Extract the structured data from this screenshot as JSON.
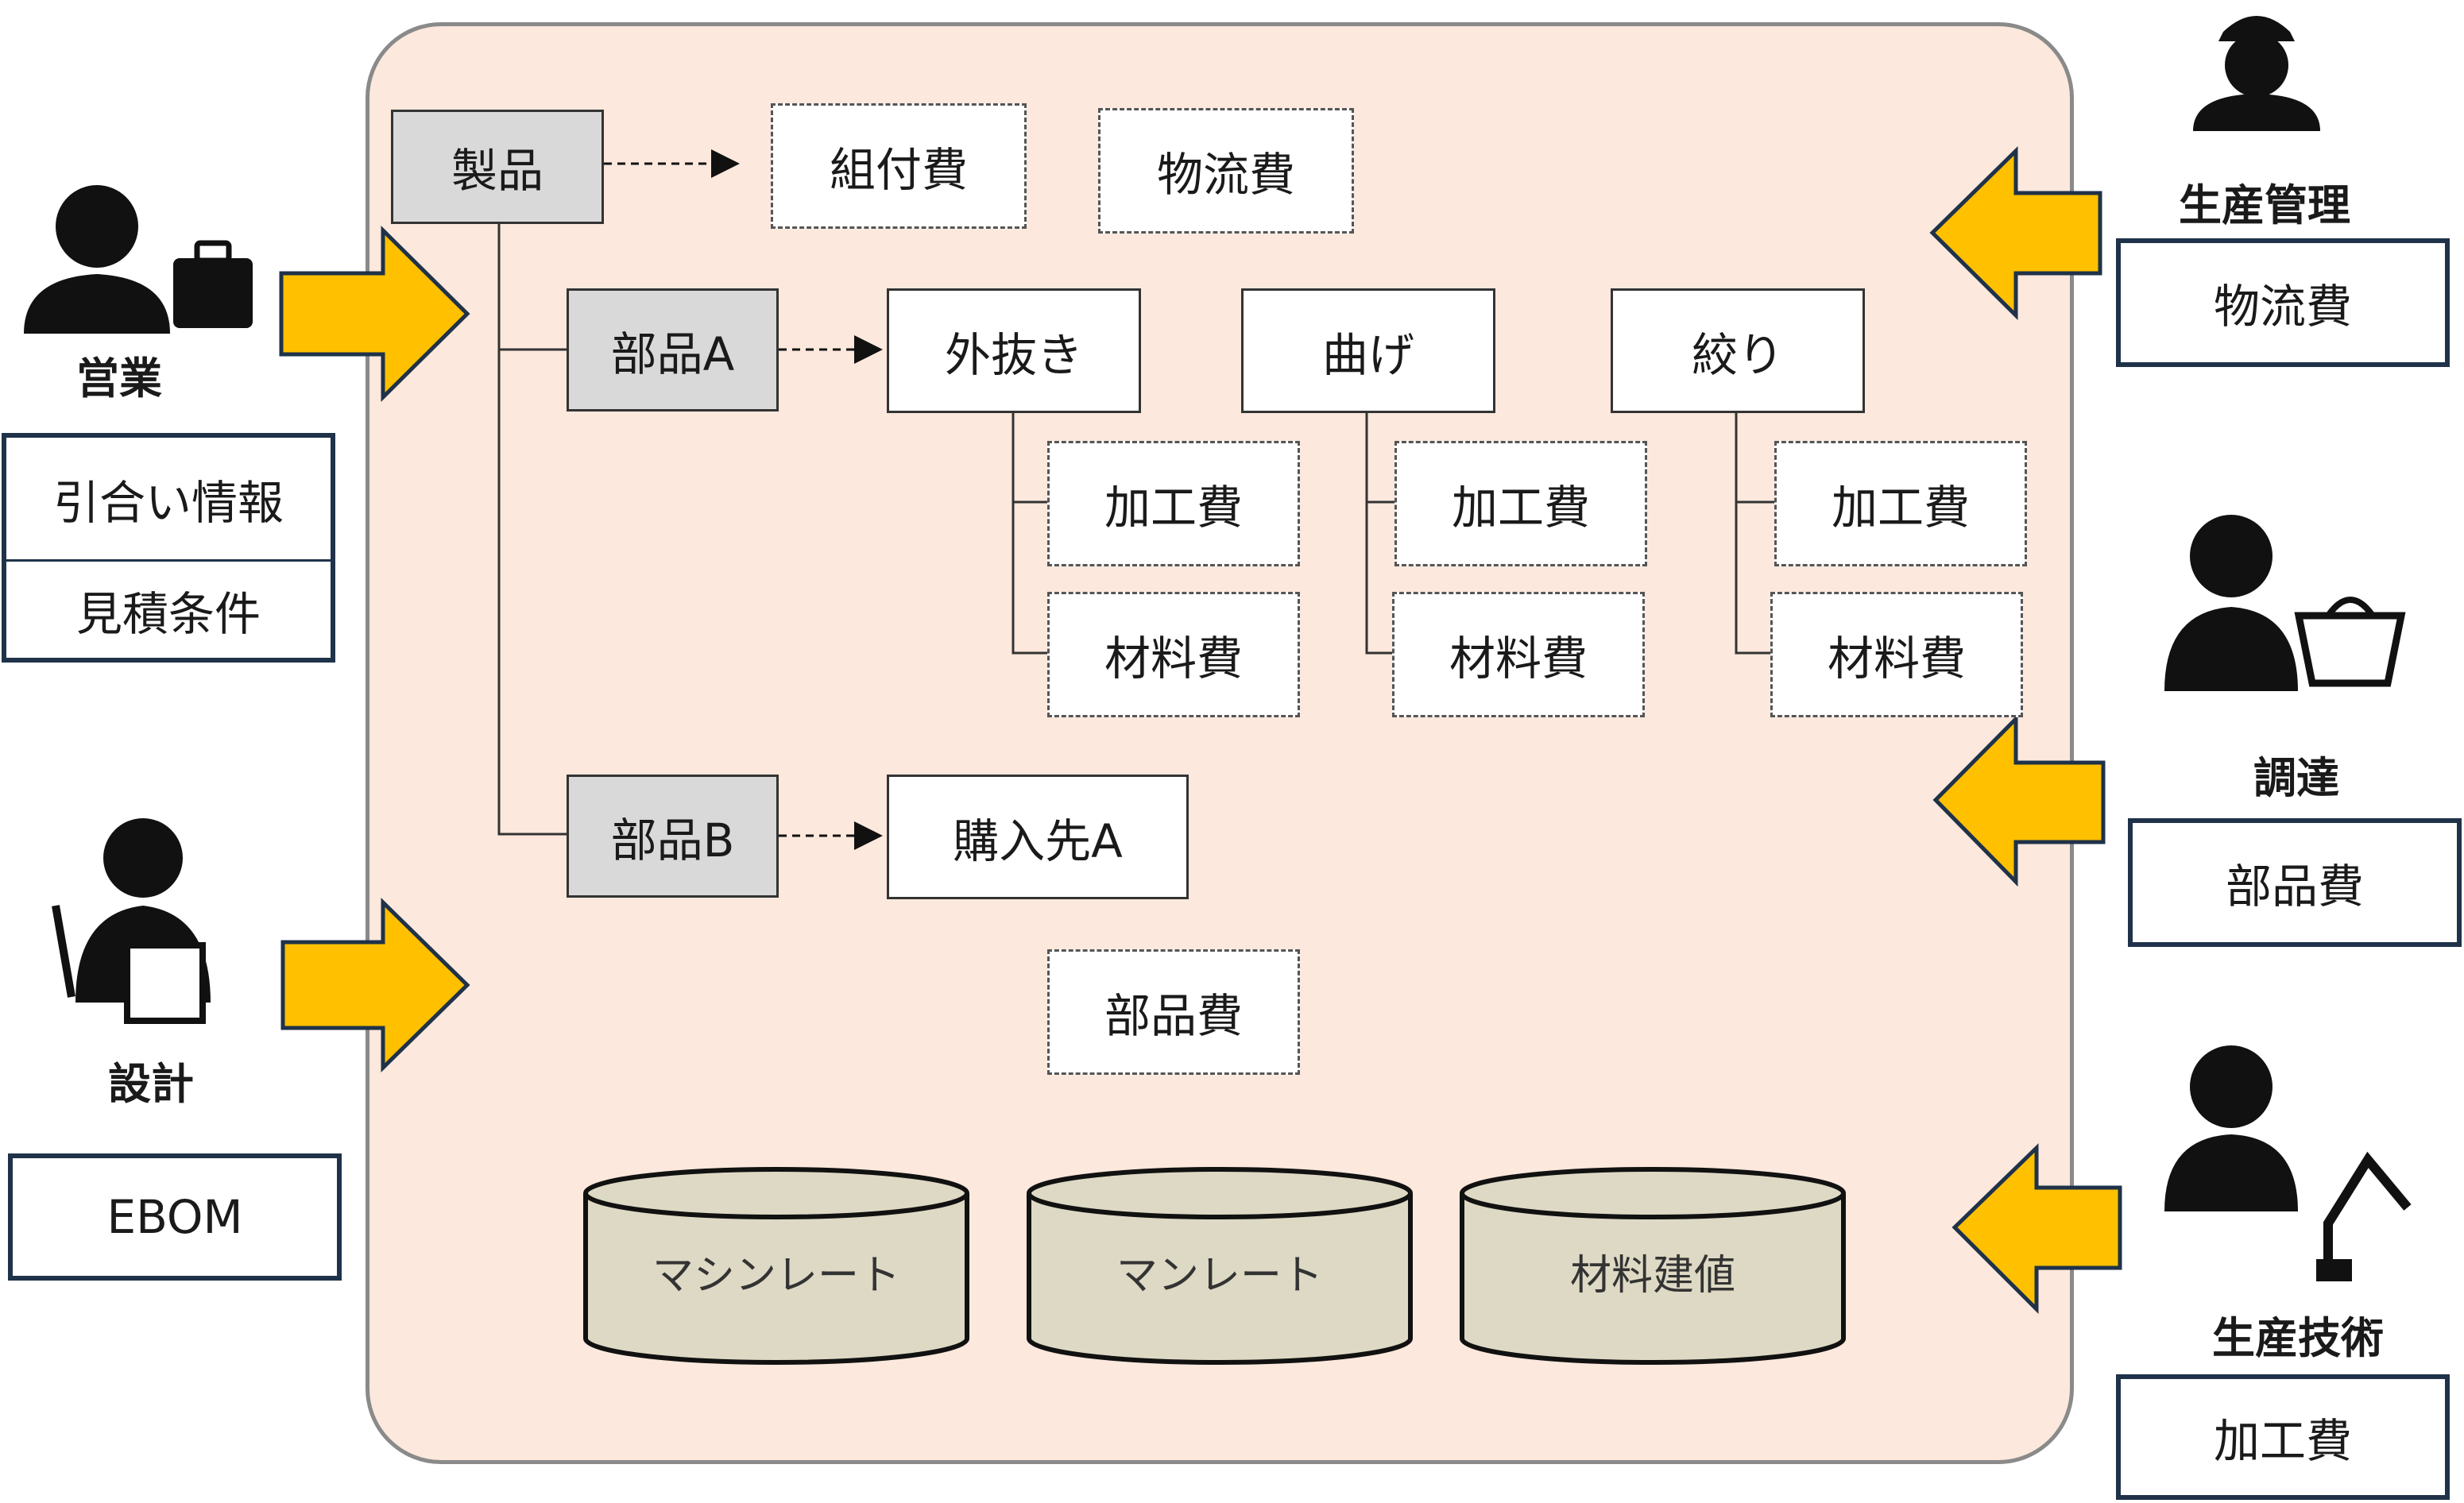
{
  "colors": {
    "panel": "#fce8dc",
    "arrow": "#ffc000",
    "node_gray": "#d9d9d9",
    "db_fill": "#ddd9c4",
    "box_border": "#1f3249",
    "line": "#333333"
  },
  "tree": {
    "product": "製品",
    "assembly_cost": "組付費",
    "logistics_cost": "物流費",
    "part_a": "部品A",
    "part_b": "部品B",
    "processes": [
      {
        "name": "外抜き",
        "costs": [
          "加工費",
          "材料費"
        ]
      },
      {
        "name": "曲げ",
        "costs": [
          "加工費",
          "材料費"
        ]
      },
      {
        "name": "絞り",
        "costs": [
          "加工費",
          "材料費"
        ]
      }
    ],
    "supplier": "購入先A",
    "parts_cost": "部品費"
  },
  "databases": [
    "マシンレート",
    "マンレート",
    "材料建値"
  ],
  "roles": {
    "sales": {
      "label": "営業",
      "icon": "salesperson-with-briefcase-icon",
      "inputs": [
        "引合い情報",
        "見積条件"
      ]
    },
    "design": {
      "label": "設計",
      "icon": "designer-with-blueprint-icon",
      "inputs": [
        "EBOM"
      ]
    },
    "production_control": {
      "label": "生産管理",
      "icon": "worker-with-hardhat-icon",
      "inputs": [
        "物流費"
      ]
    },
    "procurement": {
      "label": "調達",
      "icon": "buyer-with-basket-icon",
      "inputs": [
        "部品費"
      ]
    },
    "production_engineering": {
      "label": "生産技術",
      "icon": "engineer-with-robot-arm-icon",
      "inputs": [
        "加工費"
      ]
    }
  }
}
